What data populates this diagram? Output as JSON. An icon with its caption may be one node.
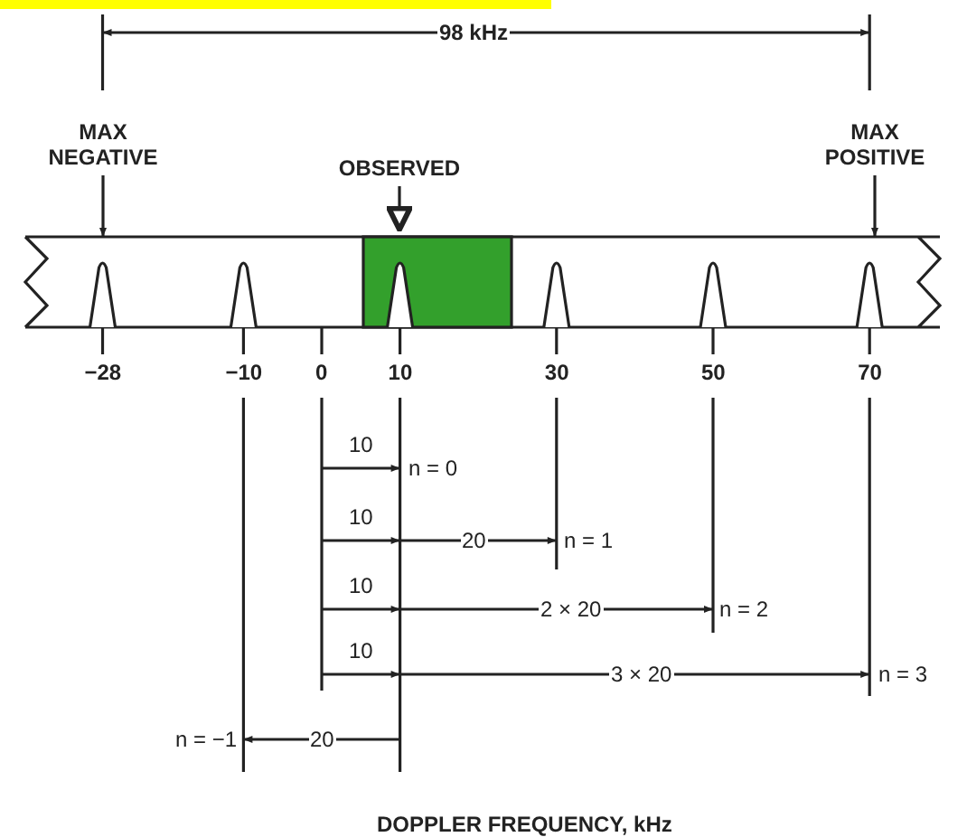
{
  "diagram": {
    "nodes": [
      {
        "text": [
          "MAX NEGATIVE"
        ]
      },
      {
        "text": [
          "OBSERVED"
        ]
      },
      {
        "text": [
          "MAX POSITIVE"
        ]
      },
      {
        "text": [],
        "shape": "bar"
      },
      {
        "text": [],
        "shape": "box",
        "in": 3
      }
    ],
    "edges": [
      {
        "from": 0,
        "to": 3,
        "arrow": "to"
      },
      {
        "from": 1,
        "to": 4,
        "arrow": "to"
      },
      {
        "from": 2,
        "to": 3,
        "arrow": "to"
      }
    ],
    "labels": [
      "98 kHz",
      "−28",
      "−10",
      "0",
      "10",
      "30",
      "50",
      "70",
      "10",
      "n = 0",
      "10",
      "20",
      "n = 1",
      "10",
      "2 × 20",
      "n = 2",
      "10",
      "3 × 20",
      "n = 3",
      "n = −1",
      "20",
      "DOPPLER FREQUENCY, kHz"
    ]
  }
}
